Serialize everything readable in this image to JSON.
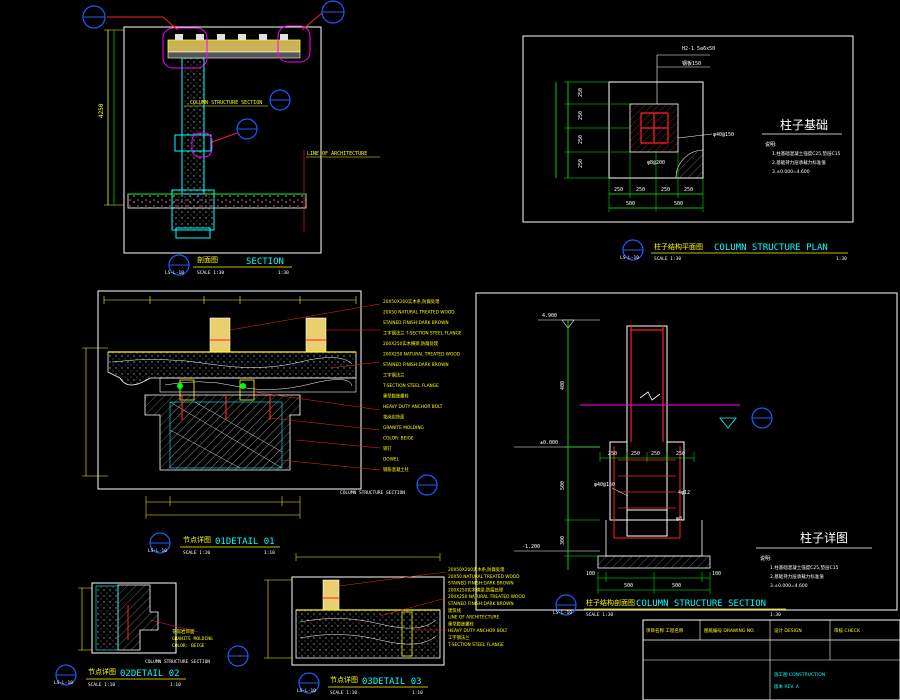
{
  "colors": {
    "background": "#000000",
    "white": "#ffffff",
    "cyan": "#00ffff",
    "blue": "#1e5bff",
    "green": "#00ff00",
    "red": "#ff2020",
    "yellow": "#ffff00",
    "magenta": "#ff00ff",
    "orange": "#ff9900"
  },
  "section": {
    "cn_title": "剖面图",
    "en_title": "SECTION",
    "scale_label": "SCALE 1:30",
    "ratio": "1:30",
    "ref": "LS-L-10",
    "label_structure": "COLUMN STRUCTURE SECTION",
    "label_line": "LINE OF ARCHITECTURE",
    "dim_height": "4250"
  },
  "plan": {
    "cn_title": "柱子结构平面图",
    "en_title": "COLUMN STRUCTURE PLAN",
    "scale_label": "SCALE 1:30",
    "ratio": "1:30",
    "ref": "LS-L-10",
    "note_top": "H2-1 5a6x50",
    "note_top2": "钢板150",
    "big_title": "柱子基础",
    "note_head": "说明:",
    "note_1": "1.柱基础混凝土强度C25,垫层C15",
    "note_2": "2.基础持力层承载力标准值",
    "note_3": "3.±0.000=4.600",
    "label_circle1": "φ40@150",
    "label_circle2": "φ8@200",
    "dims_left": [
      "250",
      "250",
      "250",
      "250"
    ],
    "dims_bottom1": [
      "250",
      "250",
      "250",
      "250"
    ],
    "dims_bottom2": [
      "500",
      "500"
    ]
  },
  "detail01": {
    "cn_title": "节点详图",
    "en_title": "01DETAIL 01",
    "scale_label": "SCALE 1:10",
    "ratio": "1:10",
    "ref": "LS-L-10",
    "label_structure": "COLUMN STRUCTURE SECTION",
    "notes": [
      "20X50X200实木条,防腐处理",
      "20X50 NATURAL TREATED WOOD",
      "STAINED FINISH:DARK BROWN",
      "工字钢法兰 T-SECTION STEEL FLANGE",
      "200X250实木横梁,防腐处理",
      "200X250 NATURAL TREATED WOOD",
      "STAINED FINISH:DARK BROWN",
      "工字钢法兰",
      "T-SECTION STEEL FLANGE",
      "重型膨胀螺栓",
      "HEAVY DUTY ANCHOR BOLT",
      "花岗岩饰面",
      "GRANITE MOLDING",
      "COLOR: BEIGE",
      "销钉",
      "DOWEL",
      "钢筋混凝土柱"
    ]
  },
  "detail02": {
    "cn_title": "节点详图",
    "en_title": "02DETAIL 02",
    "scale_label": "SCALE 1:10",
    "ratio": "1:10",
    "ref": "LS-L-10",
    "label_granite": "花岗岩饰面",
    "label_granite_en": "GRANITE MOLDING",
    "label_color": "COLOR: BEIGE",
    "label_structure": "COLUMN STRUCTURE SECTION"
  },
  "detail03": {
    "cn_title": "节点详图",
    "en_title": "03DETAIL 03",
    "scale_label": "SCALE 1:10",
    "ratio": "1:10",
    "ref": "LS-L-10",
    "notes": [
      "20X50X200实木条,防腐处理",
      "20X50 NATURAL TREATED WOOD",
      "STAINED FINISH:DARK BROWN",
      "200X250实木横梁,防腐处理",
      "200X250 NATURAL TREATED WOOD",
      "STAINED FINISH:DARK BROWN",
      "建筑线",
      "LINE OF ARCHITECTURE",
      "重型膨胀螺栓",
      "HEAVY DUTY ANCHOR BOLT",
      "工字钢法兰",
      "T-SECTION STEEL FLANGE"
    ]
  },
  "column_section": {
    "cn_title": "柱子结构剖面图",
    "en_title": "COLUMN STRUCTURE SECTION",
    "scale_label": "SCALE 1:30",
    "ratio": "1:30",
    "ref": "LS-L-10",
    "level_top": "4.900",
    "level_mid": "±0.000",
    "level_bot": "-1.200",
    "big_title": "柱子详图",
    "note_head": "说明:",
    "note_1": "1.柱基础混凝土强度C25,垫层C15",
    "note_2": "2.基础持力层承载力标准值",
    "note_3": "3.±0.000=4.600",
    "dim_400": "400",
    "dim_500": "500",
    "dim_300": "300",
    "dims_mid": [
      "250",
      "250",
      "250",
      "250"
    ],
    "dims_bottom": [
      "100",
      "500",
      "500",
      "100"
    ],
    "label_a": "φ40@150",
    "label_b": "4φ12",
    "label_c": "φ8"
  },
  "title_block": {
    "row1": [
      "项目名称 工程名称",
      "图纸编号 DRAWING NO.",
      "设计 DESIGN",
      "审核 CHECK"
    ],
    "row2": [
      "施工图 CONSTRUCTION",
      "版本 REV. A"
    ]
  }
}
